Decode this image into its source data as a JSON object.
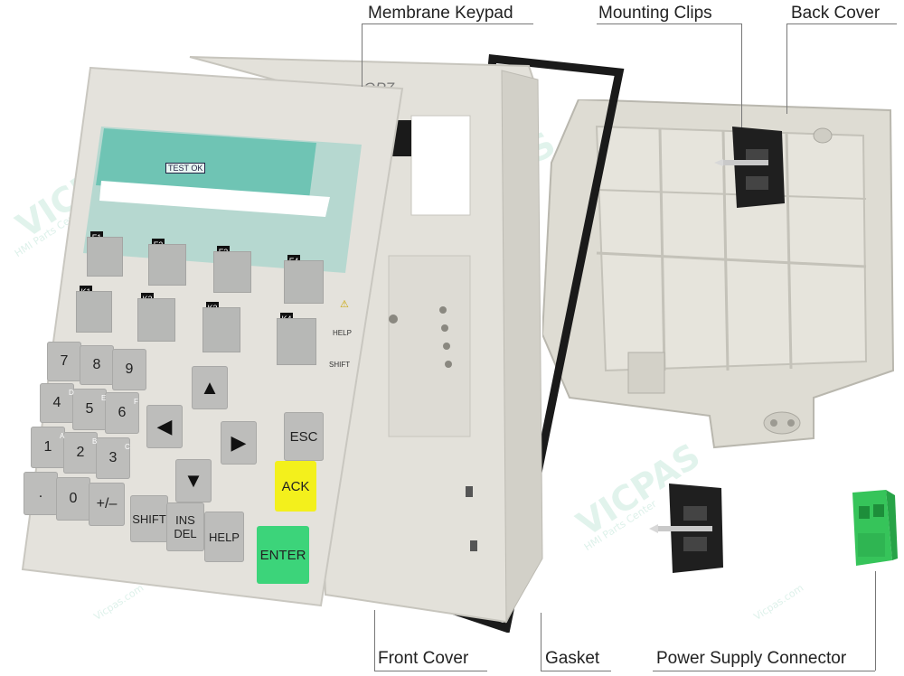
{
  "labels": {
    "membrane_keypad": "Membrane Keypad",
    "mounting_clips": "Mounting Clips",
    "back_cover": "Back Cover",
    "front_cover": "Front Cover",
    "gasket": "Gasket",
    "power_supply_connector": "Power Supply Connector"
  },
  "panel": {
    "model": "OP7",
    "test_ok": "TEST OK"
  },
  "keypad": {
    "function_keys": [
      "F1",
      "F2",
      "F3",
      "F4"
    ],
    "k_keys": [
      "K1",
      "K2",
      "K3",
      "K4"
    ],
    "side_labels": [
      "HELP",
      "SHIFT"
    ],
    "numeric": [
      "7",
      "8",
      "9",
      "4",
      "5",
      "6",
      "1",
      "2",
      "3",
      ".",
      "0",
      "+/–"
    ],
    "sub_letters": [
      "D",
      "E",
      "F",
      "A",
      "B",
      "C"
    ],
    "esc": "ESC",
    "ack": "ACK",
    "shift": "SHIFT",
    "ins": "INS",
    "del": "DEL",
    "help": "HELP",
    "enter": "ENTER"
  },
  "watermark": {
    "brand": "VICPAS",
    "tagline": "HMI Parts Center",
    "site": "Vicpas.com"
  },
  "colors": {
    "panel": "#e3e1da",
    "lcd_window": "#6fc4b4",
    "ack": "#f3f01c",
    "enter": "#3cd47a",
    "connector": "#36c45a",
    "gasket": "#1a1a1a"
  }
}
